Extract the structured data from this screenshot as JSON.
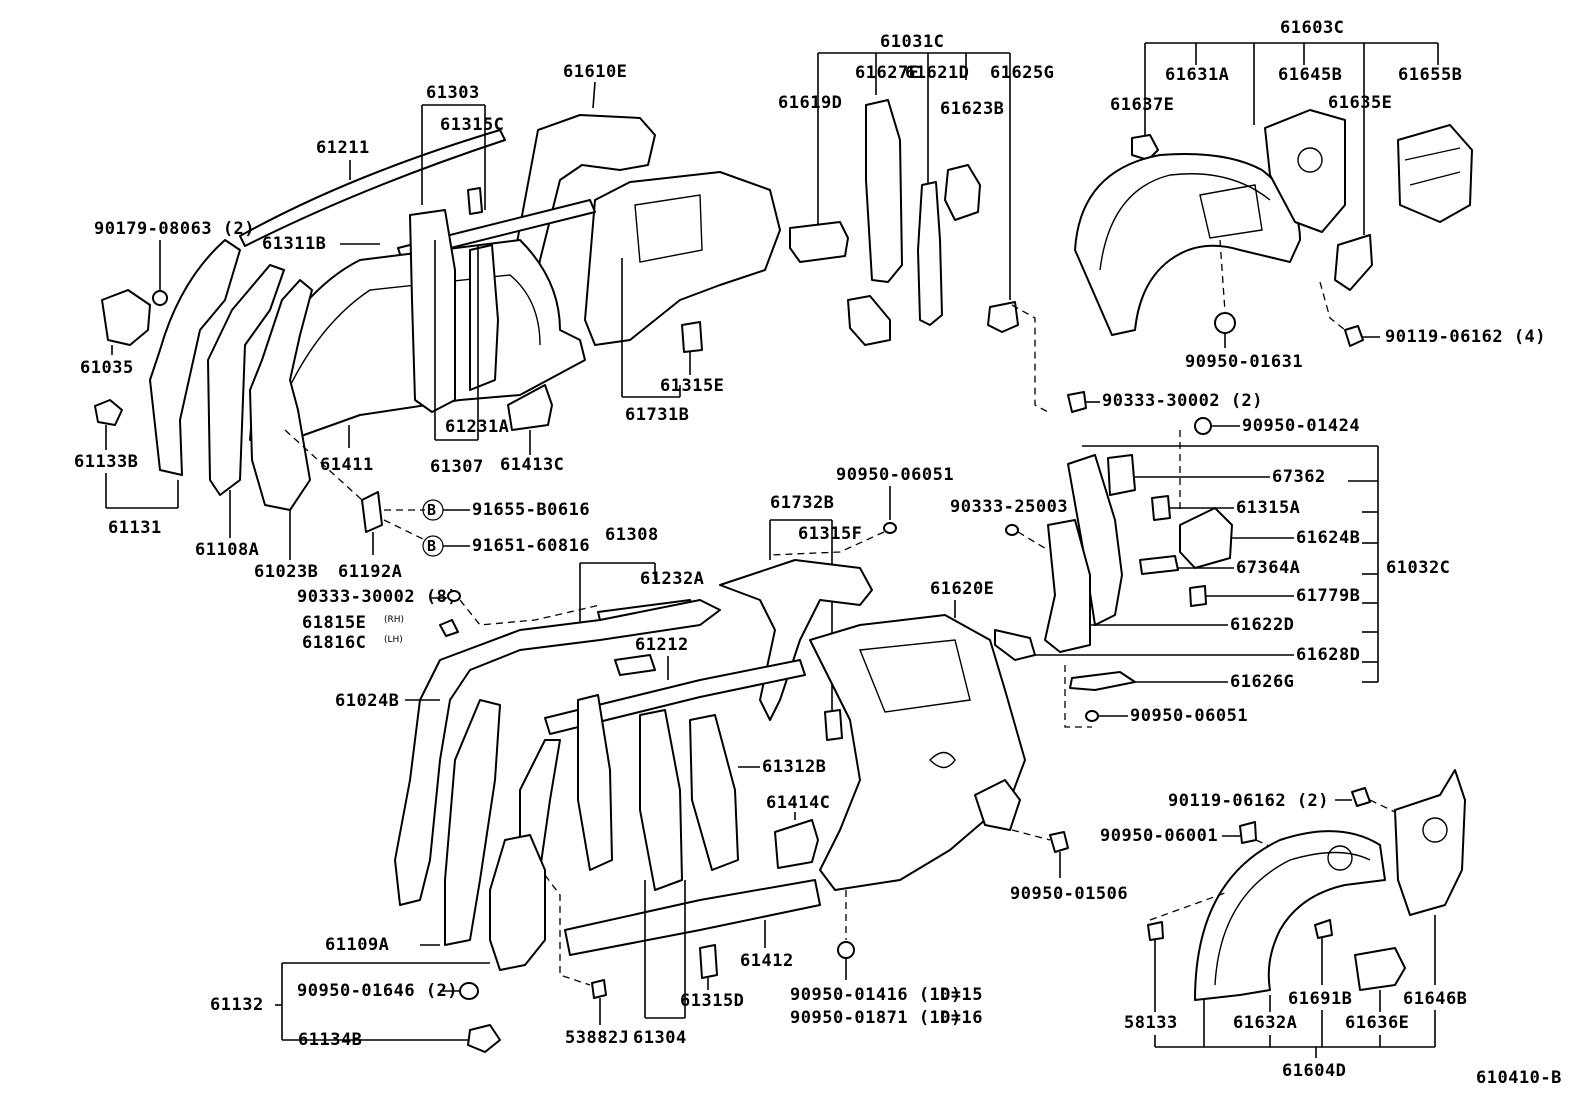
{
  "diagram_id": "610410-B",
  "labels": {
    "p61031C": "61031C",
    "p61603C": "61603C",
    "p61610E": "61610E",
    "p61303": "61303",
    "p61315C": "61315C",
    "p61211": "61211",
    "p90179": "90179-08063 (2)",
    "p61311B": "61311B",
    "p61035": "61035",
    "p61133B": "61133B",
    "p61131": "61131",
    "p61108A": "61108A",
    "p61023B": "61023B",
    "p61192A": "61192A",
    "p61411": "61411",
    "p61307": "61307",
    "p61231A": "61231A",
    "p61413C": "61413C",
    "p61315E": "61315E",
    "p61731B": "61731B",
    "p91655": "91655-B0616",
    "p91651": "91651-60816",
    "p61627E": "61627E",
    "p61621D": "61621D",
    "p61625G": "61625G",
    "p61619D": "61619D",
    "p61623B": "61623B",
    "p61631A": "61631A",
    "p61645B": "61645B",
    "p61655B": "61655B",
    "p61637E": "61637E",
    "p61635E": "61635E",
    "p90119a": "90119-06162 (4)",
    "p90950_01631": "90950-01631",
    "p90333_30002_2": "90333-30002 (2)",
    "p90950_01424": "90950-01424",
    "p67362": "67362",
    "p61315A": "61315A",
    "p61624B": "61624B",
    "p67364A": "67364A",
    "p61032C": "61032C",
    "p61779B": "61779B",
    "p61622D": "61622D",
    "p61628D": "61628D",
    "p61626G": "61626G",
    "p90950_06051b": "90950-06051",
    "p90950_06051a": "90950-06051",
    "p90333_25003": "90333-25003",
    "p61732B": "61732B",
    "p61315F": "61315F",
    "p61620E": "61620E",
    "p61308": "61308",
    "p61232A": "61232A",
    "p90333_30002_8": "90333-30002 (8)",
    "p61815E": "61815E",
    "p61815E_sfx": "(RH)",
    "p61816C": "61816C",
    "p61816C_sfx": "(LH)",
    "p61212": "61212",
    "p61024B": "61024B",
    "p61312B": "61312B",
    "p61414C": "61414C",
    "p61109A": "61109A",
    "p61132": "61132",
    "p90950_01646": "90950-01646 (2)",
    "p61134B": "61134B",
    "p53882J": "53882J",
    "p61304": "61304",
    "p61315D": "61315D",
    "p61412": "61412",
    "p90950_01416": "90950-01416 (10)",
    "p90950_01416_d": "D=15",
    "p90950_01871": "90950-01871 (10)",
    "p90950_01871_d": "D=16",
    "p90950_01506": "90950-01506",
    "p90119b": "90119-06162 (2)",
    "p90950_06001": "90950-06001",
    "p58133": "58133",
    "p61632A": "61632A",
    "p61691B": "61691B",
    "p61636E": "61636E",
    "p61646B": "61646B",
    "p61604D": "61604D",
    "fig_code": "610410-B",
    "bolt_mark": "B"
  }
}
